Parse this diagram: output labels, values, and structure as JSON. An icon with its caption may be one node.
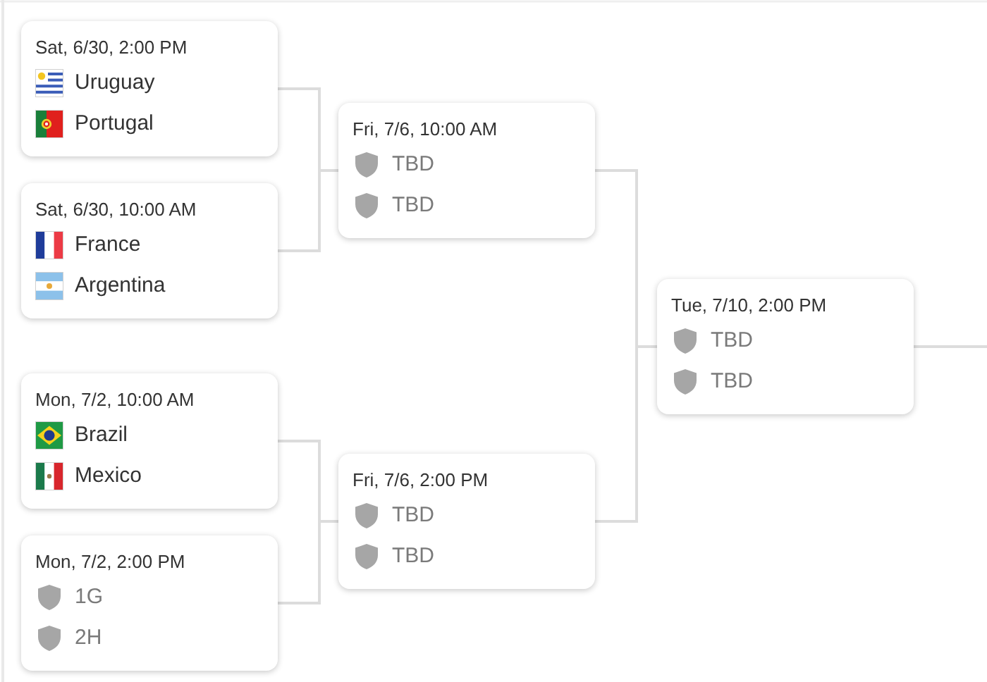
{
  "diagram": {
    "nodes": [
      {
        "text": [
          "Sat, 6/30, 2:00 PM",
          "Uruguay",
          "Portugal"
        ]
      },
      {
        "text": [
          "Sat, 6/30, 10:00 AM",
          "France",
          "Argentina"
        ]
      },
      {
        "text": [
          "Mon, 7/2, 10:00 AM",
          "Brazil",
          "Mexico"
        ]
      },
      {
        "text": [
          "Mon, 7/2, 2:00 PM",
          "1G",
          "2H"
        ]
      },
      {
        "text": [
          "Fri, 7/6, 10:00 AM",
          "TBD",
          "TBD"
        ]
      },
      {
        "text": [
          "Fri, 7/6, 2:00 PM",
          "TBD",
          "TBD"
        ]
      },
      {
        "text": [
          "Tue, 7/10, 2:00 PM",
          "TBD",
          "TBD"
        ]
      }
    ],
    "edges": [
      {
        "from": 0,
        "to": 4,
        "arrow": "none"
      },
      {
        "from": 1,
        "to": 4,
        "arrow": "none"
      },
      {
        "from": 2,
        "to": 5,
        "arrow": "none"
      },
      {
        "from": 3,
        "to": 5,
        "arrow": "none"
      },
      {
        "from": 4,
        "to": 6,
        "arrow": "none"
      },
      {
        "from": 5,
        "to": 6,
        "arrow": "none"
      },
      {
        "from": 6,
        "to": null,
        "arrow": "none"
      }
    ]
  }
}
